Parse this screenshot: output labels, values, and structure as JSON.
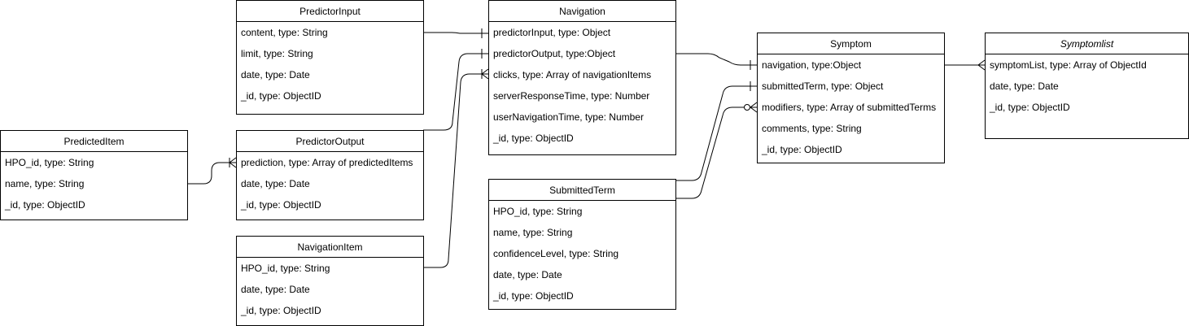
{
  "entities": {
    "predictor_input": {
      "title": "PredictorInput",
      "fields": [
        "content, type: String",
        "limit, type: String",
        "date, type: Date",
        "_id, type: ObjectID"
      ]
    },
    "navigation": {
      "title": "Navigation",
      "fields": [
        "predictorInput, type: Object",
        "predictorOutput, type:Object",
        "clicks, type: Array of navigationItems",
        "serverResponseTime, type: Number",
        "userNavigationTime, type: Number",
        "_id, type: ObjectID"
      ]
    },
    "symptom": {
      "title": "Symptom",
      "fields": [
        "navigation, type:Object",
        "submittedTerm, type: Object",
        "modifiers, type: Array of submittedTerms",
        "comments, type: String",
        "_id, type: ObjectID"
      ]
    },
    "symptomlist": {
      "title": "Symptomlist",
      "fields": [
        "symptomList,  type: Array of ObjectId",
        "date, type: Date",
        "_id, type: ObjectID"
      ]
    },
    "predicted_item": {
      "title": "PredictedItem",
      "fields": [
        "HPO_id, type: String",
        "name, type: String",
        "_id, type: ObjectID"
      ]
    },
    "predictor_output": {
      "title": "PredictorOutput",
      "fields": [
        "prediction, type: Array of predictedItems",
        "date, type: Date",
        "_id, type: ObjectID"
      ]
    },
    "navigation_item": {
      "title": "NavigationItem",
      "fields": [
        "HPO_id, type: String",
        "date, type: Date",
        "_id, type: ObjectID"
      ]
    },
    "submitted_term": {
      "title": "SubmittedTerm",
      "fields": [
        "HPO_id, type: String",
        "name, type: String",
        "confidenceLevel, type: String",
        "date, type: Date",
        "_id, type: ObjectID"
      ]
    }
  }
}
